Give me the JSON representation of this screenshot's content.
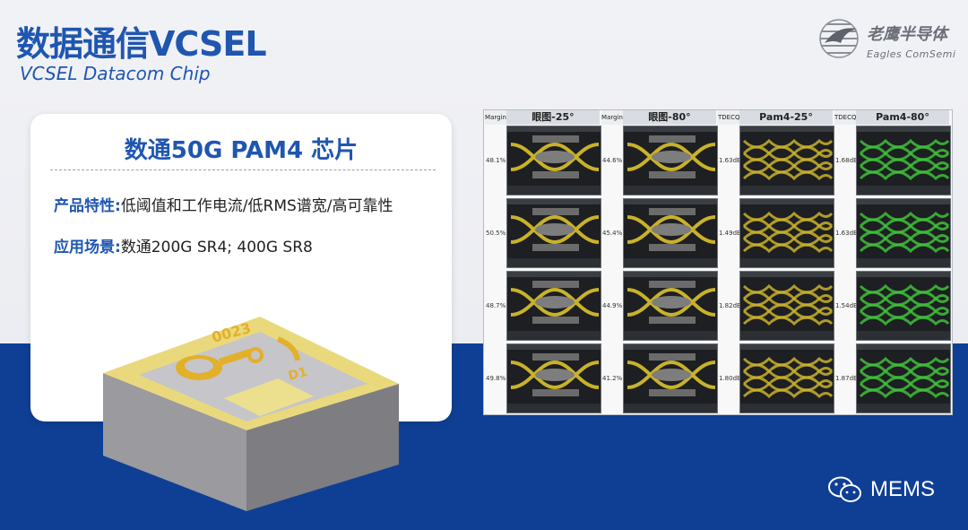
{
  "header": {
    "title": "数据通信VCSEL",
    "subtitle": "VCSEL Datacom Chip"
  },
  "logo": {
    "name_cn": "老鹰半导体",
    "name_en": "Eagles ComSemi"
  },
  "card": {
    "title": "数通50G PAM4 芯片",
    "features_label": "产品特性:",
    "features_value": "低阈值和工作电流/低RMS谱宽/高可靠性",
    "application_label": "应用场景:",
    "application_value": "数通200G SR4; 400G SR8"
  },
  "chip": {
    "marking_top": "0023",
    "marking_pad": "D1"
  },
  "eye_table": {
    "columns": [
      {
        "small": "Margin",
        "big": "眼图-25°",
        "type": "nrz",
        "values": [
          "48.1%",
          "50.5%",
          "48.7%",
          "49.8%"
        ]
      },
      {
        "small": "Margin",
        "big": "眼图-80°",
        "type": "nrz",
        "values": [
          "44.6%",
          "45.4%",
          "44.9%",
          "41.2%"
        ]
      },
      {
        "small": "TDECQ",
        "big": "Pam4-25°",
        "type": "pam4",
        "values": [
          "1.63dB",
          "1.49dB",
          "1.82dB",
          "1.80dB"
        ]
      },
      {
        "small": "TDECQ",
        "big": "Pam4-80°",
        "type": "pam4",
        "values": [
          "1.68dB",
          "1.63dB",
          "1.54dB",
          "1.87dB"
        ]
      }
    ]
  },
  "colors": {
    "brand_blue": "#1f56b0",
    "band_blue": "#0f3f94",
    "eye_yellow": "#c9b22a",
    "eye_green": "#3fbf3a"
  },
  "watermark": {
    "label": "MEMS",
    "icon": "wechat-icon"
  }
}
